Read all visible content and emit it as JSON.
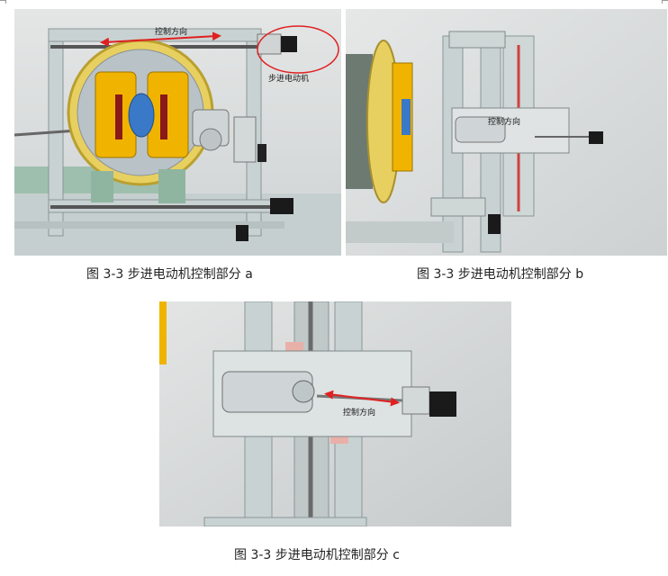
{
  "figures": {
    "a": {
      "caption": "图 3-3  步进电动机控制部分 a",
      "labels": {
        "direction": "控制方向",
        "motor": "步进电动机"
      }
    },
    "b": {
      "caption": "图 3-3  步进电动机控制部分 b",
      "labels": {
        "direction": "控制方向"
      }
    },
    "c": {
      "caption": "图 3-3  步进电动机控制部分 c",
      "labels": {
        "direction": "控制方向"
      }
    }
  },
  "colors": {
    "arrow": "#e02020",
    "highlight_circle": "#e02020",
    "gear": "#e8d060",
    "plate": "#f0b400",
    "frame": "#c9d2d2"
  }
}
